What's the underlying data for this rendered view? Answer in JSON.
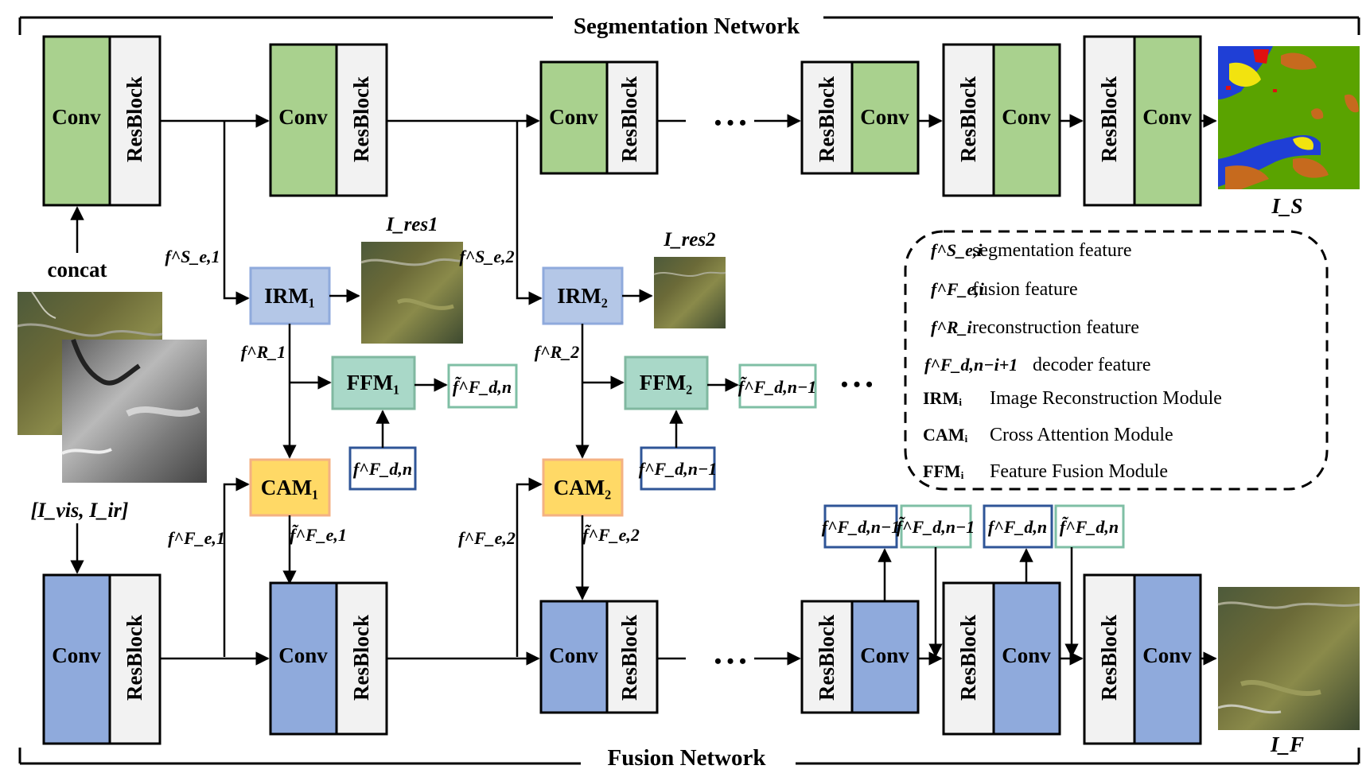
{
  "titles": {
    "segmentation": "Segmentation Network",
    "fusion": "Fusion Network"
  },
  "blocks": {
    "conv": "Conv",
    "resblock": "ResBlock",
    "ellipsis": "• • •"
  },
  "inputs": {
    "concat": "concat",
    "pair": "[I_vis, I_ir]"
  },
  "modules": {
    "irm1": "IRM₁",
    "irm2": "IRM₂",
    "ffm1": "FFM₁",
    "ffm2": "FFM₂",
    "cam1": "CAM₁",
    "cam2": "CAM₂"
  },
  "features": {
    "fS_e1": "f^S_e,1",
    "fS_e2": "f^S_e,2",
    "fR_1": "f^R_1",
    "fR_2": "f^R_2",
    "fF_e1": "f^F_e,1",
    "fF_e2": "f^F_e,2",
    "ft_e1": "f̃^F_e,1",
    "ft_e2": "f̃^F_e,2",
    "fF_dn": "f^F_d,n",
    "fF_dn1": "f^F_d,n−1",
    "ft_dn": "f̃^F_d,n",
    "ft_dn1": "f̃^F_d,n−1"
  },
  "images": {
    "ires1": "I_res1",
    "ires2": "I_res2",
    "is": "I_S",
    "if": "I_F"
  },
  "legend": {
    "items": [
      {
        "symbol": "f^S_e,i",
        "text": "segmentation feature"
      },
      {
        "symbol": "f^F_e,i",
        "text": "fusion feature"
      },
      {
        "symbol": "f^R_i",
        "text": "reconstruction feature"
      },
      {
        "symbol": "f^F_d,n−i+1",
        "text": "decoder feature"
      },
      {
        "symbol": "IRMᵢ",
        "text": "Image Reconstruction Module"
      },
      {
        "symbol": "CAMᵢ",
        "text": "Cross Attention Module"
      },
      {
        "symbol": "FFMᵢ",
        "text": "Feature Fusion Module"
      }
    ]
  },
  "colors": {
    "seg_green": "#a9d18e",
    "fusion_blue": "#8faadc",
    "resblock_gray": "#f2f2f2",
    "irm_fill": "#b4c7e7",
    "irm_stroke": "#8faadc",
    "ffm_fill": "#a9d8c8",
    "ffm_stroke": "#80b8a0",
    "cam_fill": "#ffd966",
    "cam_stroke": "#f4b183",
    "dec_stroke": "#2f5597",
    "tilde_stroke": "#7fbfa5",
    "water": "#1f3fd6",
    "veg": "#5aa300",
    "soil": "#c66a1e",
    "building": "#f2e30f",
    "car": "#e01010"
  }
}
